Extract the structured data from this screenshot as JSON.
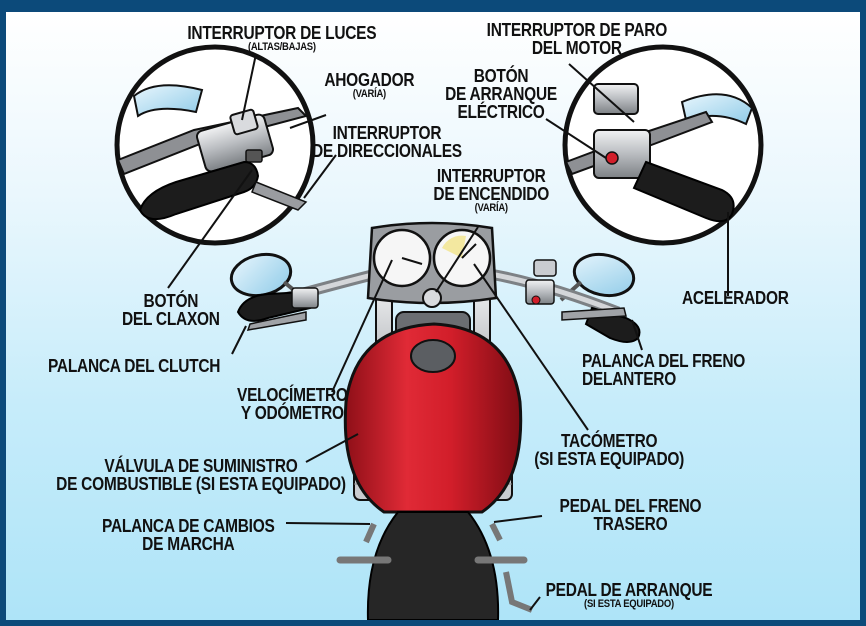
{
  "labels": {
    "luces": {
      "line1": "INTERRUPTOR DE LUCES",
      "line2": "(ALTAS/BAJAS)"
    },
    "ahogador": {
      "line1": "AHOGADOR",
      "line2": "(VARÍA)"
    },
    "direccionales": {
      "line1": "INTERRUPTOR",
      "line2": "DE DIRECCIONALES"
    },
    "paro": {
      "line1": "INTERRUPTOR DE PARO",
      "line2": "DEL MOTOR"
    },
    "arranque_electrico": {
      "line1": "BOTÓN",
      "line2": "DE ARRANQUE",
      "line3": "ELÉCTRICO"
    },
    "encendido": {
      "line1": "INTERRUPTOR",
      "line2": "DE ENCENDIDO",
      "line3": "(VARÍA)"
    },
    "claxon": {
      "line1": "BOTÓN",
      "line2": "DEL CLAXON"
    },
    "acelerador": {
      "line1": "ACELERADOR"
    },
    "clutch": {
      "line1": "PALANCA DEL CLUTCH"
    },
    "freno_delantero": {
      "line1": "PALANCA DEL FRENO",
      "line2": "DELANTERO"
    },
    "velocimetro": {
      "line1": "VELOCÍMETRO",
      "line2": "Y ODÓMETRO"
    },
    "tacometro": {
      "line1": "TACÓMETRO",
      "line2": "(SI ESTA EQUIPADO)"
    },
    "valvula": {
      "line1": "VÁLVULA DE SUMINISTRO",
      "line2": "DE COMBUSTIBLE (SI ESTA EQUIPADO)"
    },
    "cambios": {
      "line1": "PALANCA DE CAMBIOS",
      "line2": "DE MARCHA"
    },
    "freno_trasero": {
      "line1": "PEDAL DEL FRENO",
      "line2": "TRASERO"
    },
    "pedal_arranque": {
      "line1": "PEDAL DE ARRANQUE",
      "line2": "(SI ESTA EQUIPADO)"
    }
  },
  "colors": {
    "frame_border": "#0c4a7a",
    "tank_red": "#d21e2a",
    "grip_black": "#1c1c1c",
    "chrome": "#c9ccd0",
    "mirror_blue": "#bfe3f5"
  }
}
